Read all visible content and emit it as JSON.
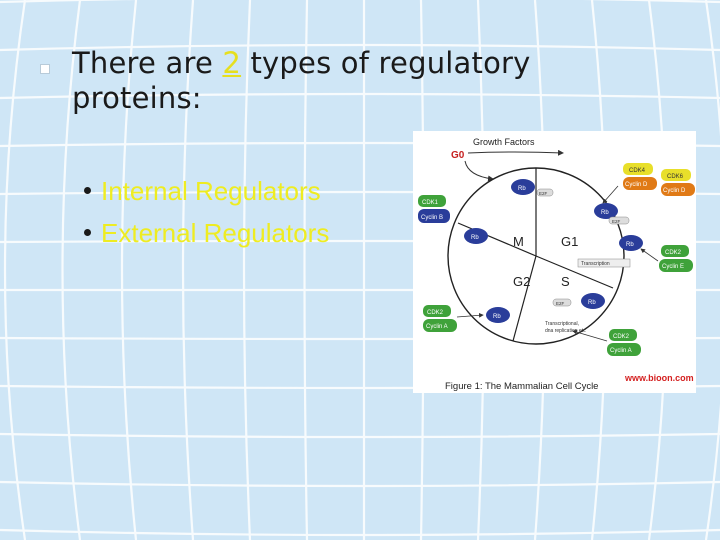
{
  "slide": {
    "title_part1": "There are ",
    "title_number": "2",
    "title_part2": " types of regulatory proteins:",
    "bullets": [
      "Internal Regulators",
      "External Regulators"
    ]
  },
  "figure": {
    "growth_factors": "Growth Factors",
    "g0": "G0",
    "phase_m": "M",
    "phase_g1": "G1",
    "phase_g2": "G2",
    "phase_s": "S",
    "cdk1": "CDK1",
    "cyclin_b": "Cyclin B",
    "cdk4": "CDK4",
    "cyclin_d": "Cyclin D",
    "cdk6": "CDK6",
    "cdk2": "CDK2",
    "cyclin_e": "Cyclin E",
    "cyclin_a": "Cyclin A",
    "rb": "Rb",
    "e2f": "E2F",
    "transcription": "Transcription",
    "trans_note_1": "Transcriptional,",
    "trans_note_2": "dna replication etc",
    "caption": "Figure 1: The Mammalian Cell Cycle",
    "watermark": "www.bioon.com"
  },
  "colors": {
    "title_text": "#1a1a1a",
    "highlight": "#eeec22",
    "background": "#cfe6f6",
    "cdk_green": "#3fa23a",
    "cyclin_blue": "#2a3d9a",
    "cdk4_yellow": "#e8df2a",
    "cyclin_orange": "#e07a16",
    "watermark": "#d42020"
  }
}
